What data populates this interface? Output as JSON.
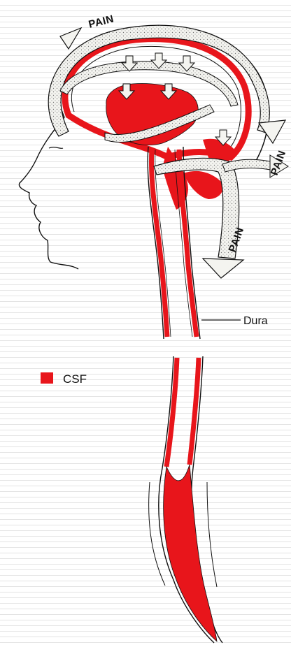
{
  "labels": {
    "pain_top": "PAIN",
    "pain_right": "PAIN",
    "pain_lower": "PAIN",
    "dura": "Dura",
    "legend_csf": "CSF"
  },
  "colors": {
    "csf": "#e8151b",
    "outline": "#111111",
    "arrow_fill": "#f2f2ee",
    "background": "#ffffff"
  }
}
